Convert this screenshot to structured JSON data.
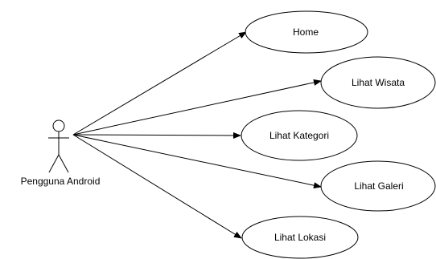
{
  "diagram": {
    "type": "use-case",
    "line_color": "#000000",
    "background": "#ffffff",
    "actor": {
      "name": "Pengguna Android",
      "icon": "stick-figure-icon"
    },
    "use_cases": [
      {
        "id": "home",
        "label": "Home"
      },
      {
        "id": "lihat-wisata",
        "label": "Lihat Wisata"
      },
      {
        "id": "lihat-kategori",
        "label": "Lihat Kategori"
      },
      {
        "id": "lihat-galeri",
        "label": "Lihat Galeri"
      },
      {
        "id": "lihat-lokasi",
        "label": "Lihat Lokasi"
      }
    ]
  }
}
